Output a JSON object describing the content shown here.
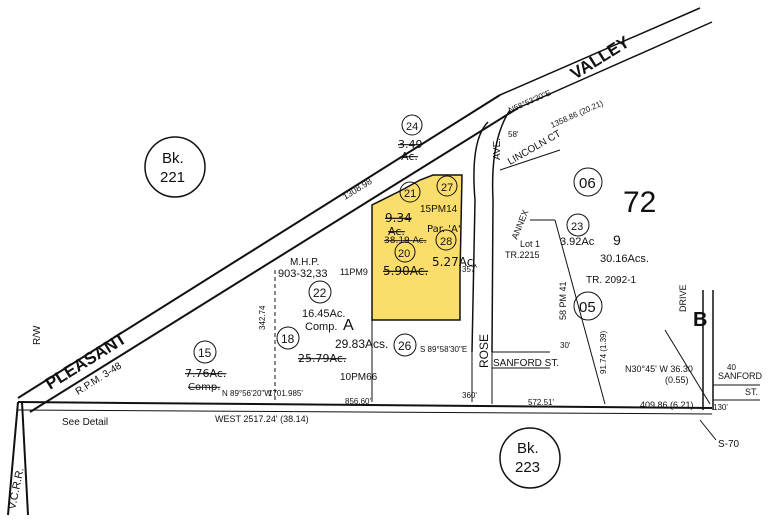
{
  "map": {
    "book_labels": {
      "bk221": {
        "prefix": "Bk.",
        "number": "221"
      },
      "bk223": {
        "prefix": "Bk.",
        "number": "223"
      },
      "sheet_72": "72"
    },
    "roads": {
      "pleasant": "PLEASANT",
      "valley": "VALLEY",
      "rose": "ROSE",
      "ave": "AVE.",
      "lincoln_ct": "LINCOLN CT",
      "sanford_st": "SANFORD ST.",
      "sanford_st_right_1": "SANFORD",
      "sanford_st_right_2": "ST.",
      "drive": "DRIVE",
      "rw": "R/W",
      "vcrr": "V.C.R.R."
    },
    "parcels": [
      {
        "num": "21"
      },
      {
        "num": "24"
      },
      {
        "num": "27"
      },
      {
        "num": "28"
      },
      {
        "num": "22"
      },
      {
        "num": "26"
      },
      {
        "num": "15"
      },
      {
        "num": "18"
      },
      {
        "num": "20"
      },
      {
        "num": "06"
      },
      {
        "num": "23"
      },
      {
        "num": "05"
      }
    ],
    "areas": {
      "p24_area": "3.49",
      "p24_unit": "Ac.",
      "p21_area": "9.34",
      "p21_unit": "Ac.",
      "p20_crossed": "38.19 Ac.",
      "p20_area": "5.90Ac.",
      "p28_area": "5.27Ac.",
      "par_a": "Par. 'A'",
      "p22_area": "16.45Ac.",
      "p22_comp": "Comp.",
      "lot_a": "A",
      "a_area": "29.83Acs.",
      "p18_area": "25.79Ac.",
      "p15_area": "7.76Ac.",
      "p15_comp": "Comp.",
      "p23_area": "3.92Ac",
      "lot9": "9",
      "lot9_area": "30.16Acs.",
      "lot1": "Lot 1",
      "annex": "ANNEX",
      "b_label": "B"
    },
    "references": {
      "pm14": "15PM14",
      "mhp": "M.H.P.",
      "mhp_num": "903-32,33",
      "pm9": "11PM9",
      "pm66": "10PM66",
      "tr2215": "TR.2215",
      "tr2092": "TR. 2092-1",
      "pm58": "58 PM 41",
      "rpm": "R.P.M. 3-48",
      "see_detail": "See Detail",
      "s70": "S-70"
    },
    "bearings": {
      "west_line": "WEST 2517.24' (38.14)",
      "valley_upper": "N58°53'30\"E",
      "valley_dist": "1358.86 (20.21)",
      "pleasant_dist": "1308.98",
      "n30": "N30°45' W  36.30",
      "n30_paren": "(0.55)",
      "d91": "91.74 (1.39)",
      "d409": "409.86 (6.21)",
      "d1701": "1701.985'",
      "d856": "856.60'",
      "d572": "572.51'",
      "n89_left": "N 89°56'20\"W",
      "n89_right": "S 89°58'30\"E",
      "d342": "342.74",
      "d357": "357'",
      "d58": "58'",
      "d30": "30'",
      "d40": "40",
      "d130": "130'",
      "d360": "360'"
    }
  }
}
